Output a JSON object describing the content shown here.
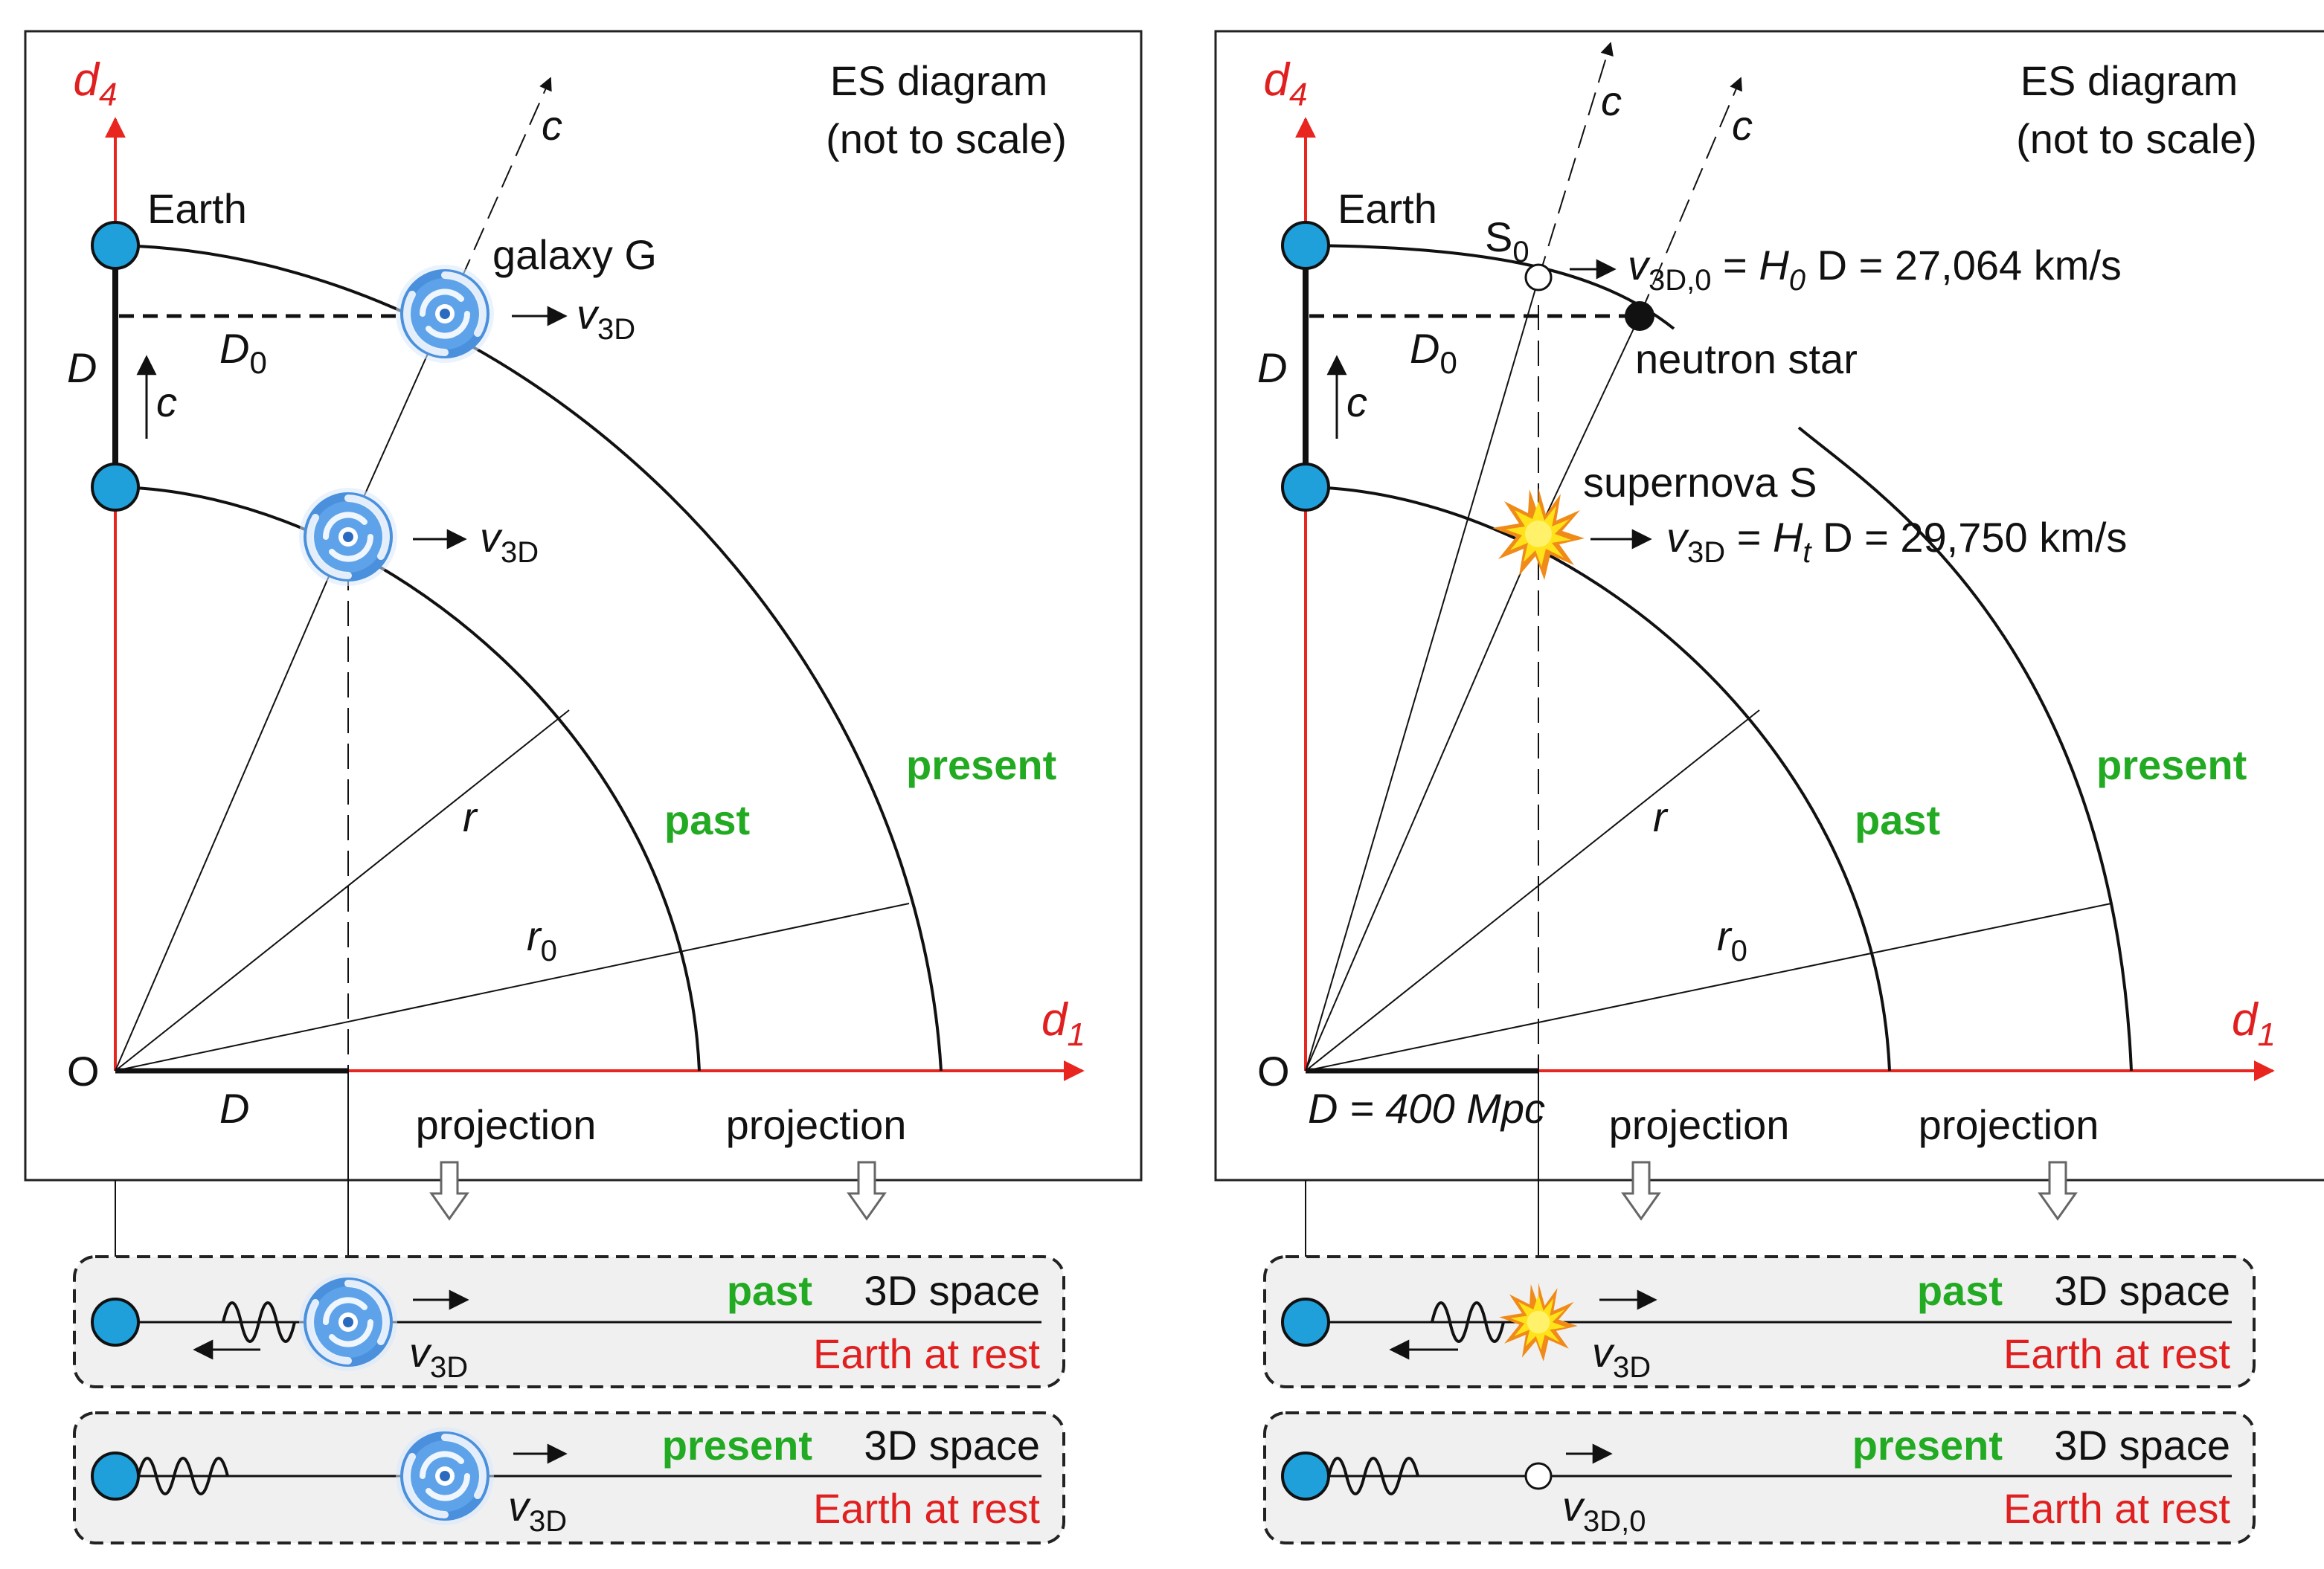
{
  "colors": {
    "axis_red": "#e8251f",
    "green_label": "#22aa22",
    "red_text": "#e02020",
    "earth_blue": "#1fa0db",
    "galaxy_blue": "#3a86d6",
    "supernova_yellow": "#ffe21a",
    "supernova_orange": "#f08a18"
  },
  "icons": {
    "earth": "earth-icon (blue circle)",
    "galaxy": "galaxy-icon (blue spiral)",
    "supernova": "supernova-icon (yellow starburst)",
    "neutron_star": "neutron-star-icon (black dot)",
    "s0": "open-circle-icon",
    "projection_arrow": "hollow-down-arrow-icon",
    "wave": "wave-icon"
  },
  "left": {
    "title_line1": "ES diagram",
    "title_line2": "(not to scale)",
    "axis_y_main": "d",
    "axis_y_sub": "4",
    "axis_x_main": "d",
    "axis_x_sub": "1",
    "origin": "O",
    "earth": "Earth",
    "galaxy": "galaxy G",
    "c": "c",
    "D": "D",
    "D0_main": "D",
    "D0_sub": "0",
    "v_main": "v",
    "v_sub": "3D",
    "r": "r",
    "r0_main": "r",
    "r0_sub": "0",
    "past": "past",
    "present": "present",
    "d_bottom": "D",
    "projection": "projection",
    "strip_past": {
      "tag": "past",
      "space": "3D space",
      "rest": "Earth at rest",
      "v_main": "v",
      "v_sub": "3D"
    },
    "strip_present": {
      "tag": "present",
      "space": "3D space",
      "rest": "Earth at rest",
      "v_main": "v",
      "v_sub": "3D"
    }
  },
  "right": {
    "title_line1": "ES diagram",
    "title_line2": "(not to scale)",
    "axis_y_main": "d",
    "axis_y_sub": "4",
    "axis_x_main": "d",
    "axis_x_sub": "1",
    "origin": "O",
    "earth": "Earth",
    "s0_main": "S",
    "s0_sub": "0",
    "c": "c",
    "v0_main": "v",
    "v0_sub": "3D,0",
    "v0_eq1": " = ",
    "v0_H": "H",
    "v0_Hsub": "0",
    "v0_tail": " D = 27,064 km/s",
    "neutron": "neutron star",
    "supernova": "supernova S",
    "vt_main": "v",
    "vt_sub": "3D",
    "vt_eq1": " = ",
    "vt_H": "H",
    "vt_Hsub": "t",
    "vt_tail": " D = 29,750 km/s",
    "D": "D",
    "D0_main": "D",
    "D0_sub": "0",
    "r": "r",
    "r0_main": "r",
    "r0_sub": "0",
    "past": "past",
    "present": "present",
    "d_bottom": "D = 400 Mpc",
    "projection": "projection",
    "strip_past": {
      "tag": "past",
      "space": "3D space",
      "rest": "Earth at rest",
      "v_main": "v",
      "v_sub": "3D"
    },
    "strip_present": {
      "tag": "present",
      "space": "3D space",
      "rest": "Earth at rest",
      "v_main": "v",
      "v_sub": "3D,0"
    }
  }
}
